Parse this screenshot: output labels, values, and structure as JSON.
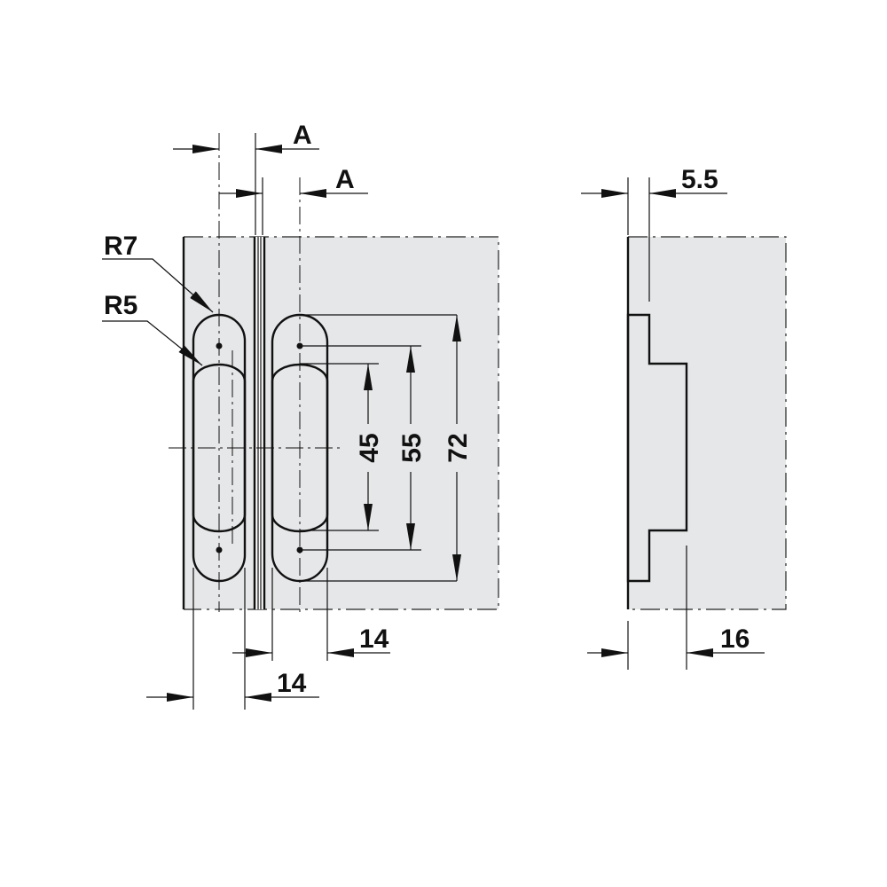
{
  "colors": {
    "background": "#ffffff",
    "panel": "#e6e7e9",
    "line": "#111111",
    "cutout": "#ffffff"
  },
  "labels": {
    "radius_outer": "R7",
    "radius_inner": "R5",
    "offset_a_top": "A",
    "offset_a_second": "A",
    "depth_side": "5.5",
    "dim_45": "45",
    "dim_55": "55",
    "dim_72": "72",
    "width_left": "14",
    "width_right": "14",
    "depth_total": "16"
  }
}
